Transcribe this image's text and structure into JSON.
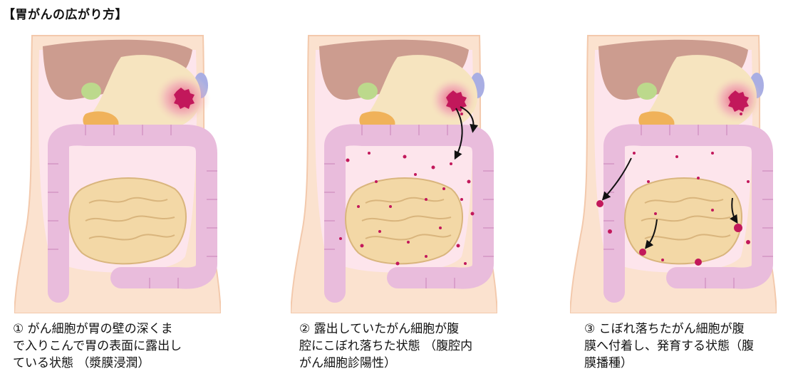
{
  "title": "【胃がんの広がり方】",
  "colors": {
    "skin": "#fbe2cf",
    "skin_edge": "#f3c9ac",
    "liver": "#cc9c8f",
    "stomach": "#f6e4bf",
    "gallbladder": "#bcd98c",
    "duodenum": "#f0b25a",
    "spleen": "#a9aee3",
    "colon": "#e9bcdc",
    "colon_edge": "#d99fca",
    "small_intestine": "#f3d8a6",
    "small_intestine_edge": "#d9b57d",
    "tumor": "#c2185b",
    "cavity": "#fde5ee"
  },
  "panels": [
    {
      "caption": [
        "① がん細胞が胃の壁の深くま",
        "で入りこんで胃の表面に露出し",
        "ている状態 （漿膜浸潤）"
      ]
    },
    {
      "caption": [
        "② 露出していたがん細胞が腹",
        "腔にこぼれ落ちた状態 （腹腔内",
        "がん細胞診陽性）"
      ]
    },
    {
      "caption": [
        "③ こぼれ落ちたがん細胞が腹",
        "膜へ付着し、発育する状態（腹",
        "膜播種）"
      ]
    }
  ]
}
